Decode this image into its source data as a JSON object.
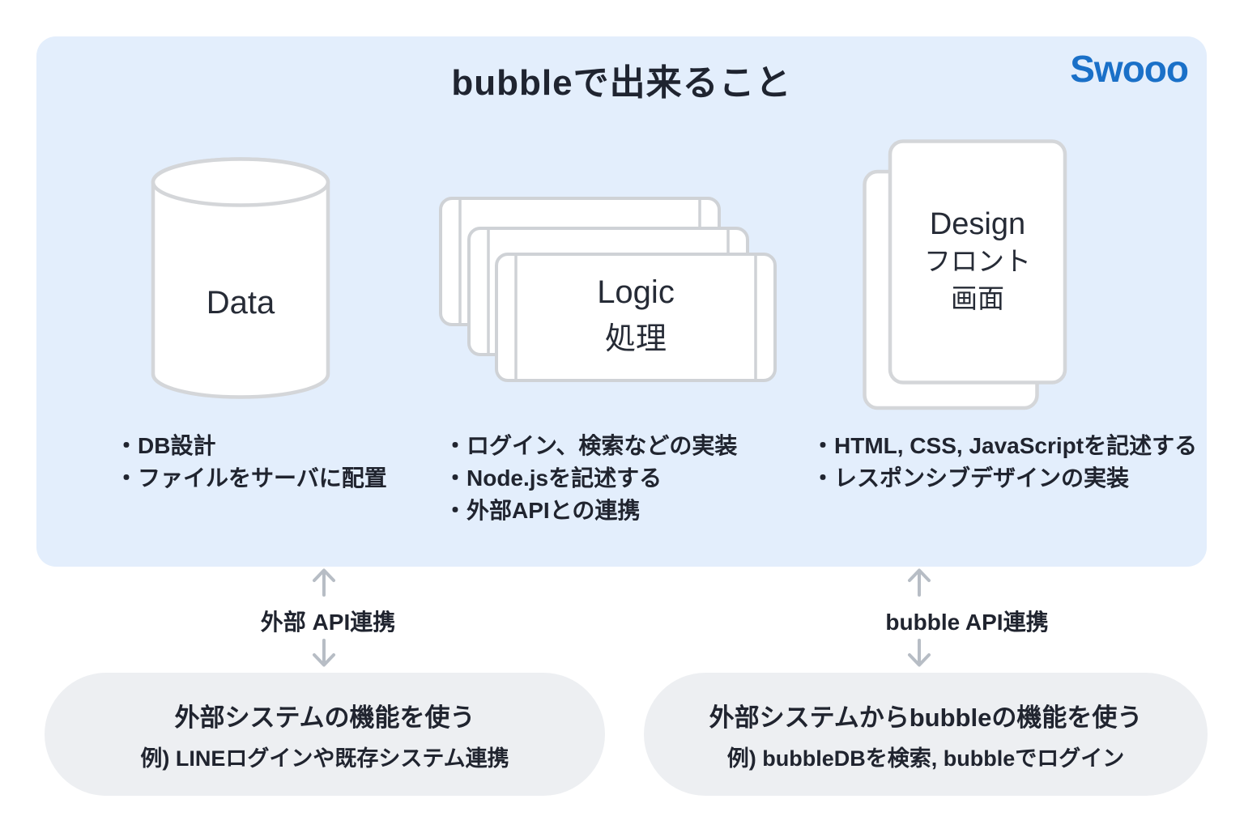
{
  "header": {
    "title": "bubbleで出来ること",
    "logo_text": "Swooo"
  },
  "columns": [
    {
      "id": "data",
      "shape": "database-cylinder",
      "label_lines": [
        "Data"
      ],
      "bullets": [
        "・DB設計",
        "・ファイルをサーバに配置"
      ]
    },
    {
      "id": "logic",
      "shape": "stacked-cards",
      "label_lines": [
        "Logic",
        "処理"
      ],
      "bullets": [
        "・ログイン、検索などの実装",
        "・Node.jsを記述する",
        "・外部APIとの連携"
      ]
    },
    {
      "id": "design",
      "shape": "stacked-pages",
      "label_lines": [
        "Design",
        "フロント",
        "画面"
      ],
      "bullets": [
        "・HTML, CSS, JavaScriptを記述する",
        "・レスポンシブデザインの実装"
      ]
    }
  ],
  "connectors": [
    {
      "label": "外部 API連携"
    },
    {
      "label": "bubble API連携"
    }
  ],
  "boxes": [
    {
      "title": "外部システムの機能を使う",
      "example": "例) LINEログインや既存システム連携"
    },
    {
      "title": "外部システムからbubbleの機能を使う",
      "example": "例) bubbleDBを検索, bubbleでログイン"
    }
  ],
  "colors": {
    "panel_bg": "#e3eefc",
    "box_bg": "#edeff2",
    "logo_blue": "#1a70c8",
    "text_dark": "#20242f",
    "shape_border": "#d2d5d8",
    "arrow_gray": "#b7bdc5"
  }
}
